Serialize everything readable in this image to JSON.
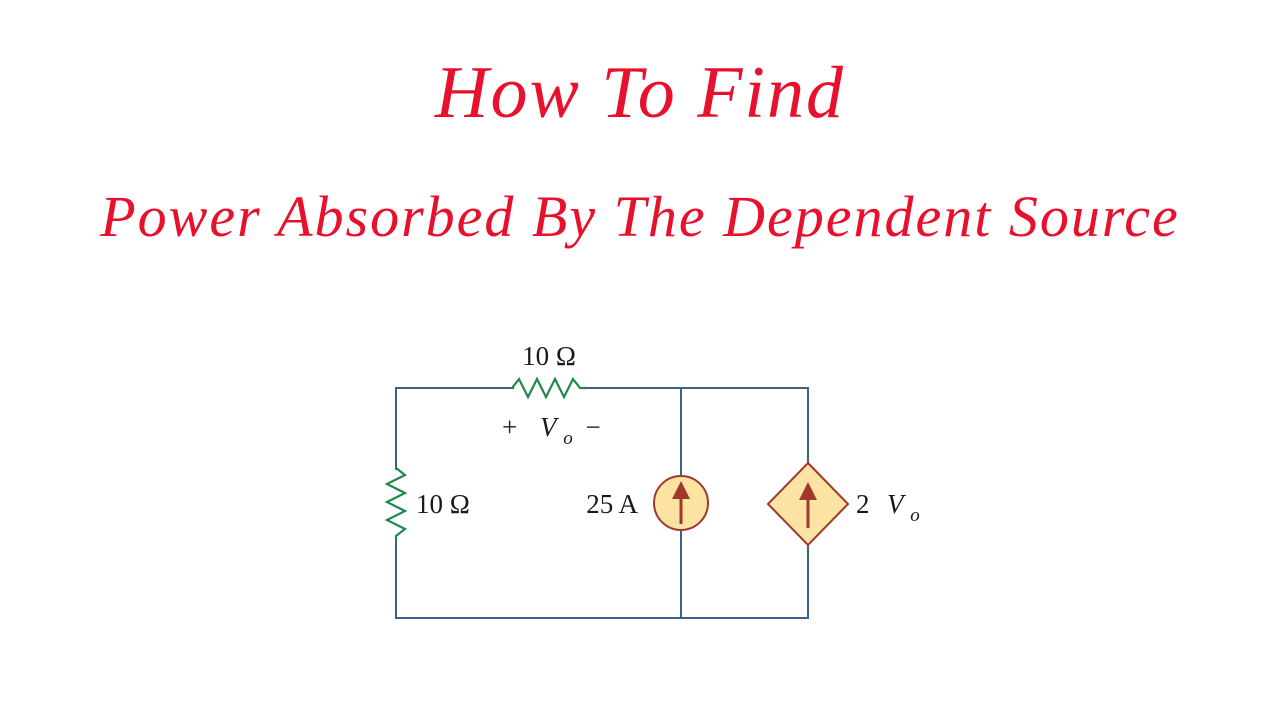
{
  "title": {
    "main": "How To Find",
    "sub": "Power Absorbed By The Dependent Source"
  },
  "circuit": {
    "top_resistor": {
      "value": "10 Ω"
    },
    "vo_polarity": {
      "plus": "+",
      "var": "V",
      "subscript": "o",
      "minus": "−"
    },
    "left_resistor": {
      "value": "10 Ω"
    },
    "current_source": {
      "value": "25 A"
    },
    "dependent_source": {
      "coef": "2 ",
      "var": "V",
      "subscript": "o"
    },
    "colors": {
      "wire": "#3d6283",
      "resistor": "#1e8a4a",
      "source_fill": "#fbe3a3",
      "source_stroke": "#a0392c",
      "title": "#e8112d"
    }
  }
}
